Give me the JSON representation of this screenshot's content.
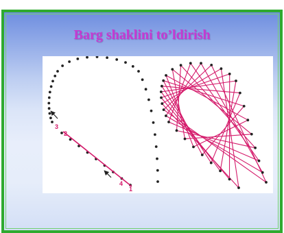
{
  "slide": {
    "title": "Barg shaklini to’ldirish",
    "frame_color": "#2faa2f",
    "title_color": "#c53ad1"
  },
  "illustration": {
    "dot_color": "#222222",
    "thread_color": "#d4196a",
    "labels": [
      "3",
      "2",
      "4",
      "1"
    ],
    "arrow_icons": [
      "arrow-up-left-icon",
      "arrow-up-left-icon"
    ]
  }
}
